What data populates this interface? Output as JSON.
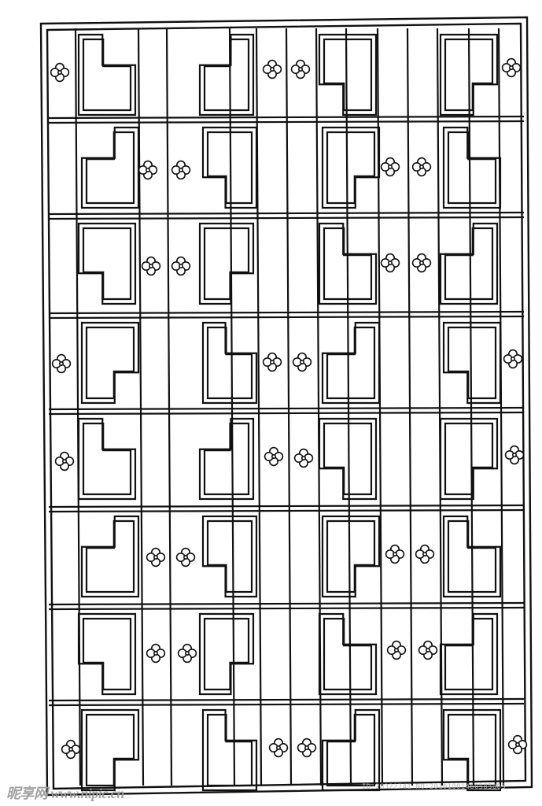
{
  "image": {
    "subject": "chinese-lattice-window",
    "colors": {
      "background": "#ffffff",
      "stroke": "#111111",
      "watermark": "#9a9a9a"
    }
  },
  "watermark": {
    "left_text": "昵享网 www.nipic.cn",
    "right_text": "ID:28322741 NO:20101001460585005"
  }
}
